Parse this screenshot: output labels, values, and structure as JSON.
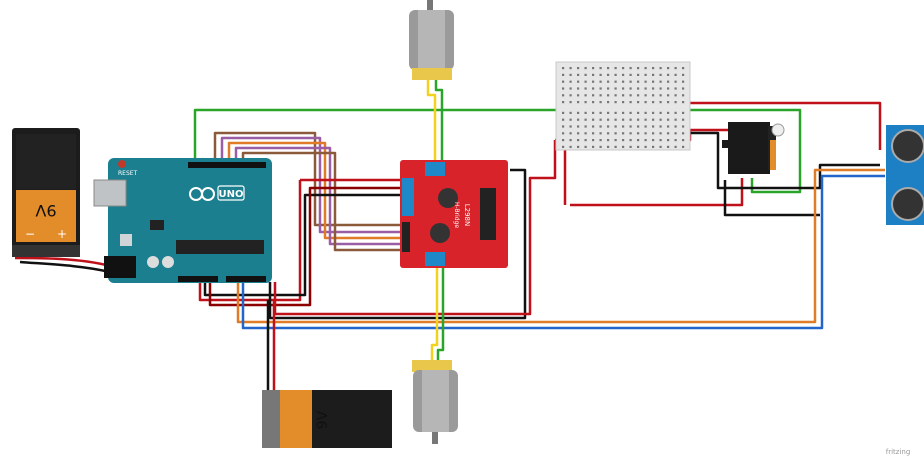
{
  "battery_top": {
    "label": "9V",
    "minus": "−",
    "plus": "+"
  },
  "battery_bottom": {
    "label": "9V"
  },
  "arduino": {
    "logo": "UNO",
    "reset_label": "RESET"
  },
  "driver": {
    "model": "L298N",
    "subtitle": "H-Bridge"
  },
  "watermark": "fritzing",
  "colors": {
    "wire_red": "#c0101a",
    "wire_dark_red": "#8b0000",
    "wire_black": "#111111",
    "wire_green": "#2aa52a",
    "wire_yellow": "#f2d21b",
    "wire_blue": "#2266cc",
    "wire_orange": "#e07b28",
    "wire_purple": "#9a5ea6",
    "wire_brown": "#8a5a3a",
    "arduino": "#1b7f8f",
    "driver": "#d8232a",
    "sensor": "#1d7fc4",
    "motor": "#9a9a9a"
  }
}
